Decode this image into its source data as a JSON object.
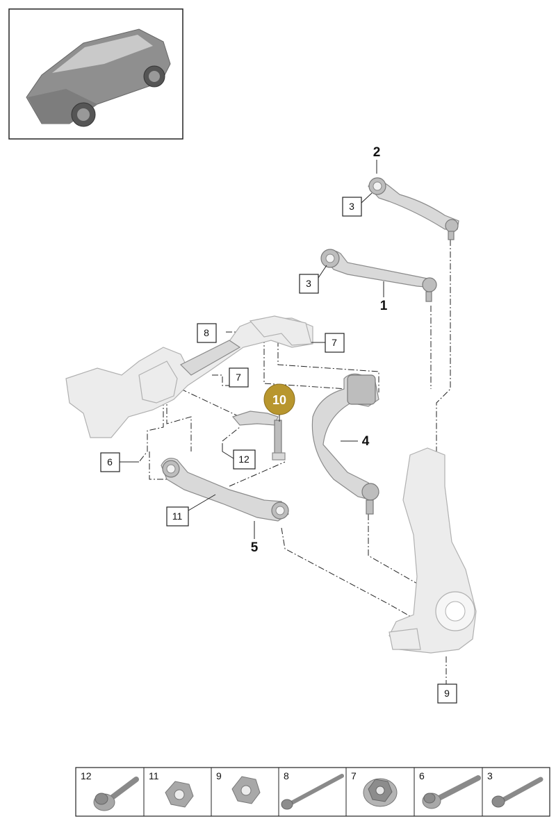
{
  "callouts": {
    "part_1": "1",
    "part_2": "2",
    "part_4": "4",
    "part_5": "5",
    "highlighted_part": "10"
  },
  "boxed_refs": {
    "ref_3_upper": "3",
    "ref_3_lower": "3",
    "ref_8": "8",
    "ref_7_upper": "7",
    "ref_7_lower": "7",
    "ref_6": "6",
    "ref_12": "12",
    "ref_11": "11",
    "ref_9": "9"
  },
  "legend": {
    "items": [
      {
        "number": "12",
        "icon": "flange-bolt-icon"
      },
      {
        "number": "11",
        "icon": "hex-nut-icon"
      },
      {
        "number": "9",
        "icon": "hex-nut-icon"
      },
      {
        "number": "8",
        "icon": "long-bolt-icon"
      },
      {
        "number": "7",
        "icon": "flange-nut-icon"
      },
      {
        "number": "6",
        "icon": "flange-bolt-icon"
      },
      {
        "number": "3",
        "icon": "bolt-icon"
      }
    ]
  },
  "colors": {
    "highlight": "#b8962e",
    "part_fill": "#d9d9d9",
    "line": "#222222"
  }
}
